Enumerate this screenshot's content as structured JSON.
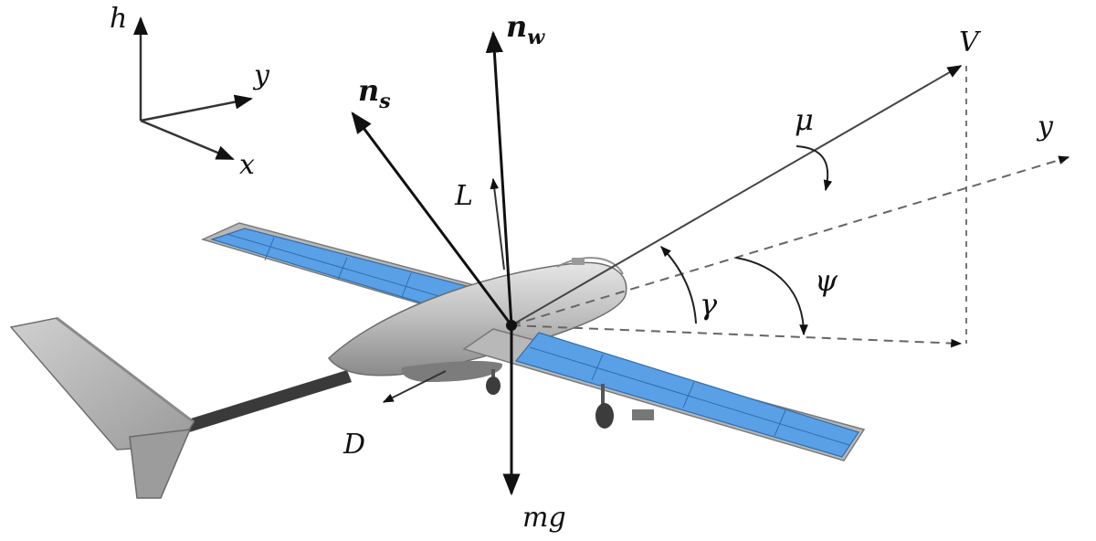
{
  "diagram": {
    "axes_triad": {
      "h": "h",
      "y": "y",
      "x": "x"
    },
    "vectors": {
      "n_w": {
        "base": "n",
        "sub": "w"
      },
      "n_s": {
        "base": "n",
        "sub": "s"
      },
      "L": "L",
      "D": "D",
      "mg": "mg",
      "V": "V",
      "y_ground": "y"
    },
    "angles": {
      "mu": "μ",
      "gamma": "γ",
      "psi": "ψ"
    }
  },
  "colors": {
    "ink": "#111111",
    "construction": "#777777",
    "panel": "#5aa0e6",
    "fuselage": "#bdbdbd"
  }
}
